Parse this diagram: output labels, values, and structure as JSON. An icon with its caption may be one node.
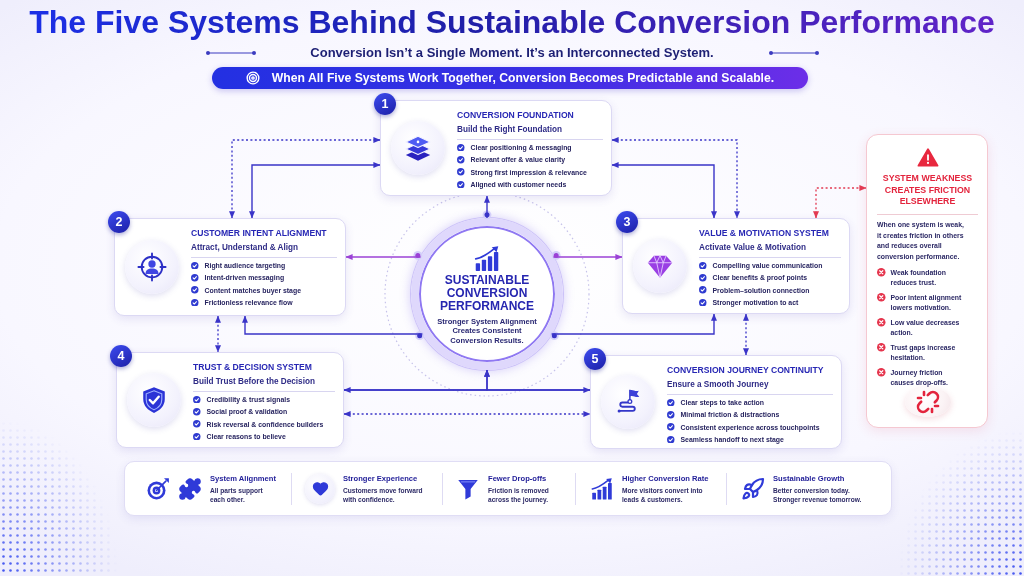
{
  "diagram": {
    "title": "The Five Systems Behind Sustainable Conversion Performance",
    "nodes": [
      {
        "text": [
          "When All Five Systems Work Together, Conversion Becomes Predictable and Scalable."
        ]
      },
      {
        "text": [
          "1",
          "CONVERSION FOUNDATION",
          "Build the Right Foundation",
          "Clear positioning & messaging",
          "Relevant offer & value clarity",
          "Strong first impression & relevance",
          "Aligned with customer needs"
        ]
      },
      {
        "text": [
          "2",
          "CUSTOMER INTENT ALIGNMENT",
          "Attract, Understand & Align",
          "Right audience targeting",
          "Intent-driven messaging",
          "Content matches buyer stage",
          "Frictionless relevance flow"
        ]
      },
      {
        "text": [
          "SUSTAINABLE CONVERSION PERFORMANCE",
          "Stronger System Alignment Creates Consistent Conversion Results."
        ]
      },
      {
        "text": [
          "3",
          "VALUE & MOTIVATION SYSTEM",
          "Activate Value & Motivation",
          "Compelling value communication",
          "Clear benefits & proof points",
          "Problem–solution connection",
          "Stronger motivation to act"
        ]
      },
      {
        "text": [
          "SYSTEM WEAKNESS CREATES FRICTION ELSEWHERE",
          "When one system is weak, it creates friction in others and reduces overall conversion performance.",
          "Weak foundation reduces trust.",
          "Poor intent alignment lowers motivation.",
          "Low value decreases action.",
          "Trust gaps increase hesitation.",
          "Journey friction causes drop-offs."
        ]
      },
      {
        "text": [
          "4",
          "TRUST & DECISION SYSTEM",
          "Build Trust Before the Decision",
          "Credibility & trust signals",
          "Social proof & validation",
          "Risk reversal & confidence builders",
          "Clear reasons to believe"
        ]
      },
      {
        "text": [
          "5",
          "CONVERSION JOURNEY CONTINUITY",
          "Ensure a Smooth Journey",
          "Clear steps to take action",
          "Minimal friction & distractions",
          "Consistent experience across touchpoints",
          "Seamless handoff to next stage"
        ]
      },
      {
        "text": [
          "System Alignment",
          "All parts support each other.",
          "Stronger Experience",
          "Customers move forward with confidence.",
          "Fewer Drop-offs",
          "Friction is removed across the journey.",
          "Higher Conversion Rate",
          "More visitors convert into leads & customers.",
          "Sustainable Growth",
          "Better conversion today. Stronger revenue tomorrow."
        ]
      }
    ],
    "edges": [
      {
        "from": 1,
        "to": 2,
        "arrow": "both",
        "style": "dashed"
      },
      {
        "from": 1,
        "to": 2,
        "arrow": "both"
      },
      {
        "from": 1,
        "to": 4,
        "arrow": "both",
        "style": "dashed"
      },
      {
        "from": 1,
        "to": 4,
        "arrow": "both"
      },
      {
        "from": 3,
        "to": 1,
        "arrow": "to"
      },
      {
        "from": 3,
        "to": 2,
        "arrow": "to",
        "color": "#9b42d6"
      },
      {
        "from": 3,
        "to": 4,
        "arrow": "to",
        "color": "#9b42d6"
      },
      {
        "from": 3,
        "to": 2,
        "arrow": "to"
      },
      {
        "from": 3,
        "to": 4,
        "arrow": "to"
      },
      {
        "from": 2,
        "to": 6,
        "arrow": "both",
        "style": "dashed"
      },
      {
        "from": 4,
        "to": 7,
        "arrow": "both",
        "style": "dashed"
      },
      {
        "from": 6,
        "to": 7,
        "arrow": "both"
      },
      {
        "from": 6,
        "to": 3,
        "arrow": "to"
      },
      {
        "from": 7,
        "to": 3,
        "arrow": "to"
      },
      {
        "from": 6,
        "to": 7,
        "arrow": "both",
        "style": "dashed"
      },
      {
        "from": 4,
        "to": 5,
        "arrow": "both",
        "style": "dashed",
        "color": "#e23a52"
      }
    ],
    "labels": [
      "Conversion Isn’t a Single Moment. It’s an Interconnected System."
    ]
  }
}
